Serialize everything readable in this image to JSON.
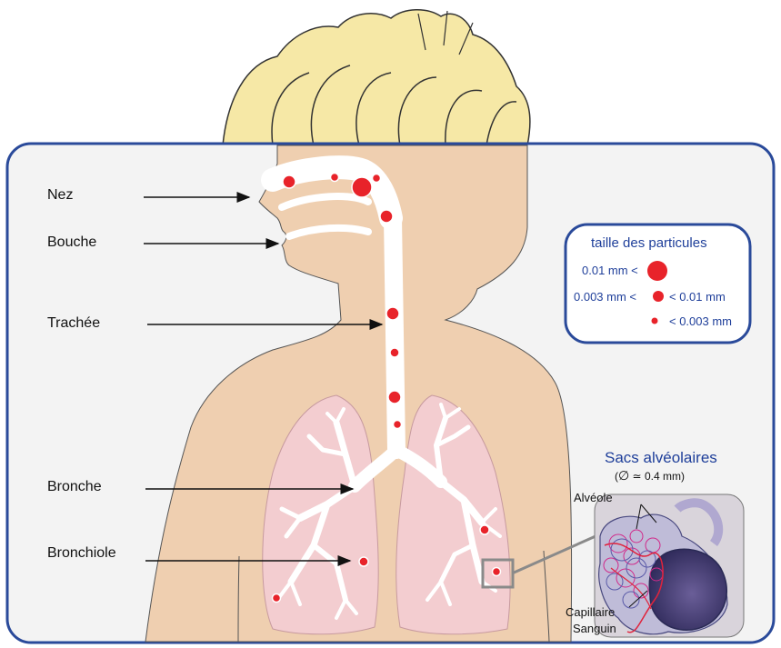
{
  "labels": {
    "nez": "Nez",
    "bouche": "Bouche",
    "trachee": "Trachée",
    "bronche": "Bronche",
    "bronchiole": "Bronchiole"
  },
  "legend": {
    "title": "taille des particules",
    "large": "0.01 mm <",
    "medium_left": "0.003 mm <",
    "medium_right": "< 0.01 mm",
    "small": "< 0.003 mm"
  },
  "inset": {
    "title": "Sacs alvéolaires",
    "diameter_symbol": "∅",
    "approx_symbol": "≃",
    "diameter": "0.4 mm",
    "alveole": "Alvéole",
    "capillaire": "Capillaire",
    "sanguin": "Sanguin"
  },
  "colors": {
    "frame": "#2a4a9a",
    "skin": "#efcfb0",
    "lung": "#f3cdd0",
    "particle": "#e8232a",
    "hair": "#f6e8a6",
    "legend_text": "#1f3f9a"
  }
}
